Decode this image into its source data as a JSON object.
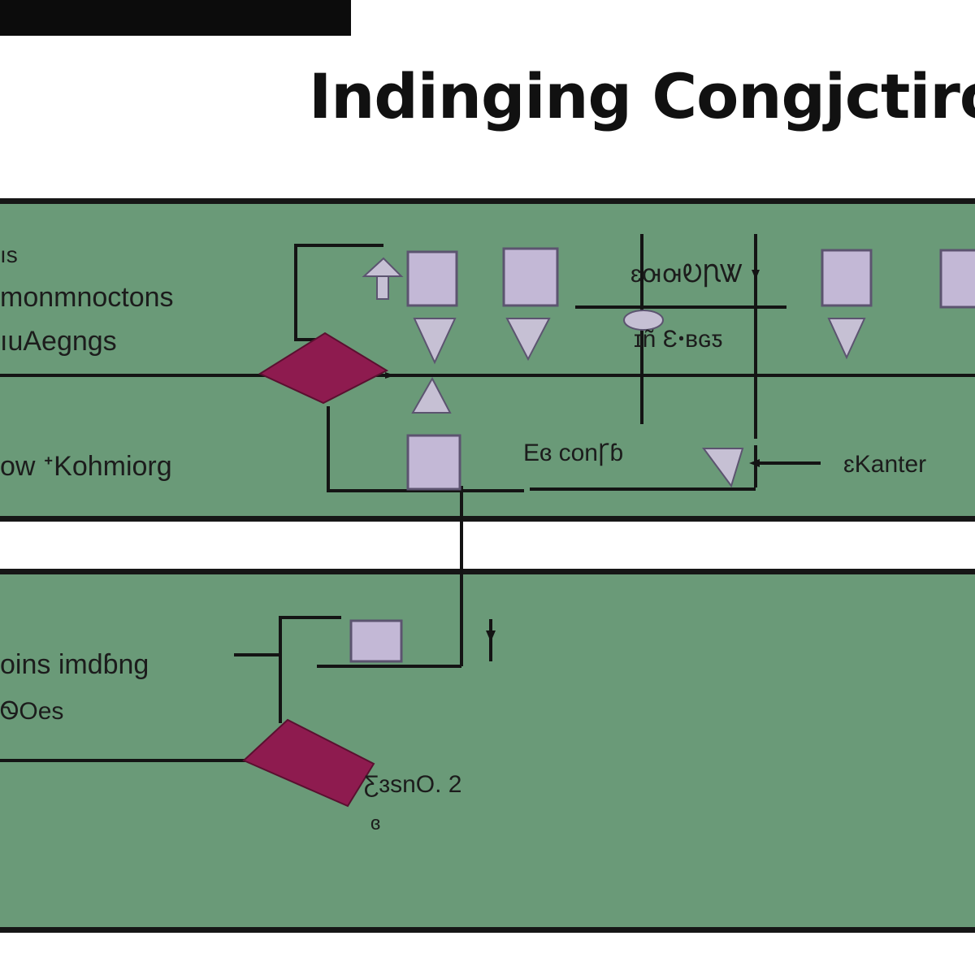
{
  "title": "Indinging Congjctiron",
  "colors": {
    "panel": "#6a9a78",
    "decision": "#8e1b4f",
    "box_fill": "#c3b8d6",
    "box_stroke": "#5c5470",
    "line": "#141414"
  },
  "upper": {
    "labels": {
      "row1": "ıs",
      "row2": "monmnoctons",
      "row3": "ıuAegngs",
      "row4": "ow   ᐩKohmiorg",
      "node_top": "ɛꙕꙕᎧꞂᏔ",
      "node_mid": "ɪñ Ɛꞏʙɢƽ",
      "node_bottom": "Eɞ conꞄɓ",
      "right": "ɛKanter"
    }
  },
  "lower": {
    "labels": {
      "row1": "oins imdɓng",
      "row2": "ᏫOes",
      "node": "ƸɜsnO. 2",
      "sub": "ɞ"
    }
  }
}
